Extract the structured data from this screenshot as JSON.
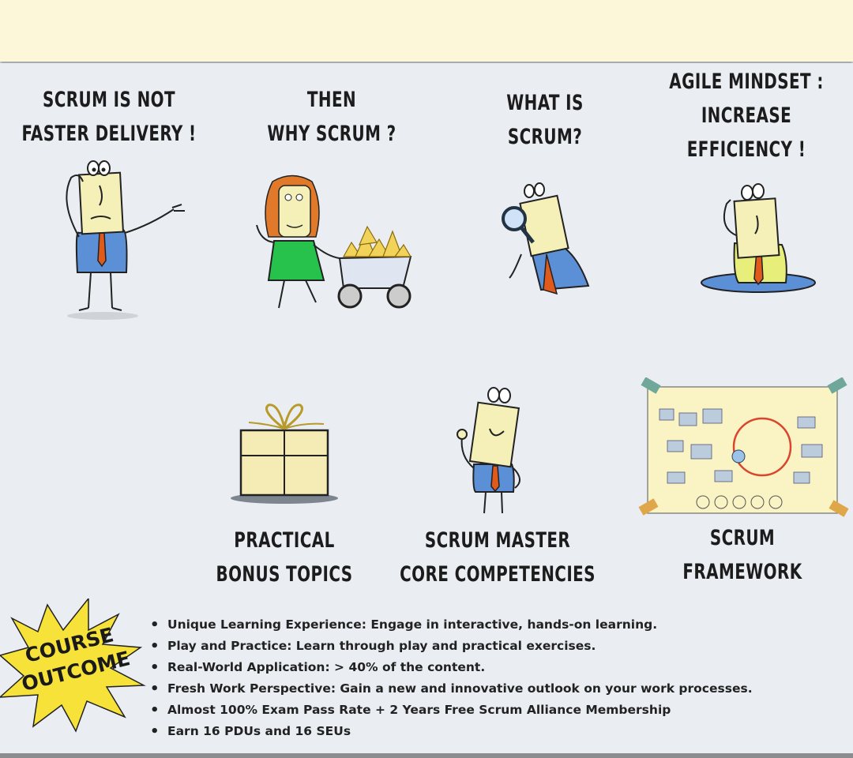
{
  "titles": {
    "not_faster": "SCRUM IS NOT\nFASTER DELIVERY !",
    "why_scrum": "THEN\nWHY SCRUM ?",
    "what_is": "WHAT IS\nSCRUM?",
    "agile": "AGILE MINDSET :\nINCREASE\nEFFICIENCY !",
    "bonus": "PRACTICAL\nBONUS TOPICS",
    "sm_core": "SCRUM MASTER\nCORE COMPETENCIES",
    "framework": "SCRUM\nFRAMEWORK"
  },
  "outcome_badge": "COURSE\nOUTCOME",
  "outcomes": [
    "Unique Learning Experience: Engage in interactive, hands-on learning.",
    "Play and Practice: Learn through play and practical exercises.",
    "Real-World Application: > 40% of the content.",
    "Fresh Work Perspective: Gain a new and innovative outlook on your work processes.",
    "Almost 100% Exam Pass Rate + 2 Years Free Scrum Alliance Membership",
    "Earn 16 PDUs and 16 SEUs"
  ],
  "colors": {
    "face": "#f4f0b8",
    "shirt": "#5b8fd6",
    "tie": "#e05a1c",
    "dress": "#27c24c",
    "hair": "#e07a2a",
    "gold": "#f2d35a",
    "badge": "#f7e23a",
    "board": "#faf4c4"
  }
}
